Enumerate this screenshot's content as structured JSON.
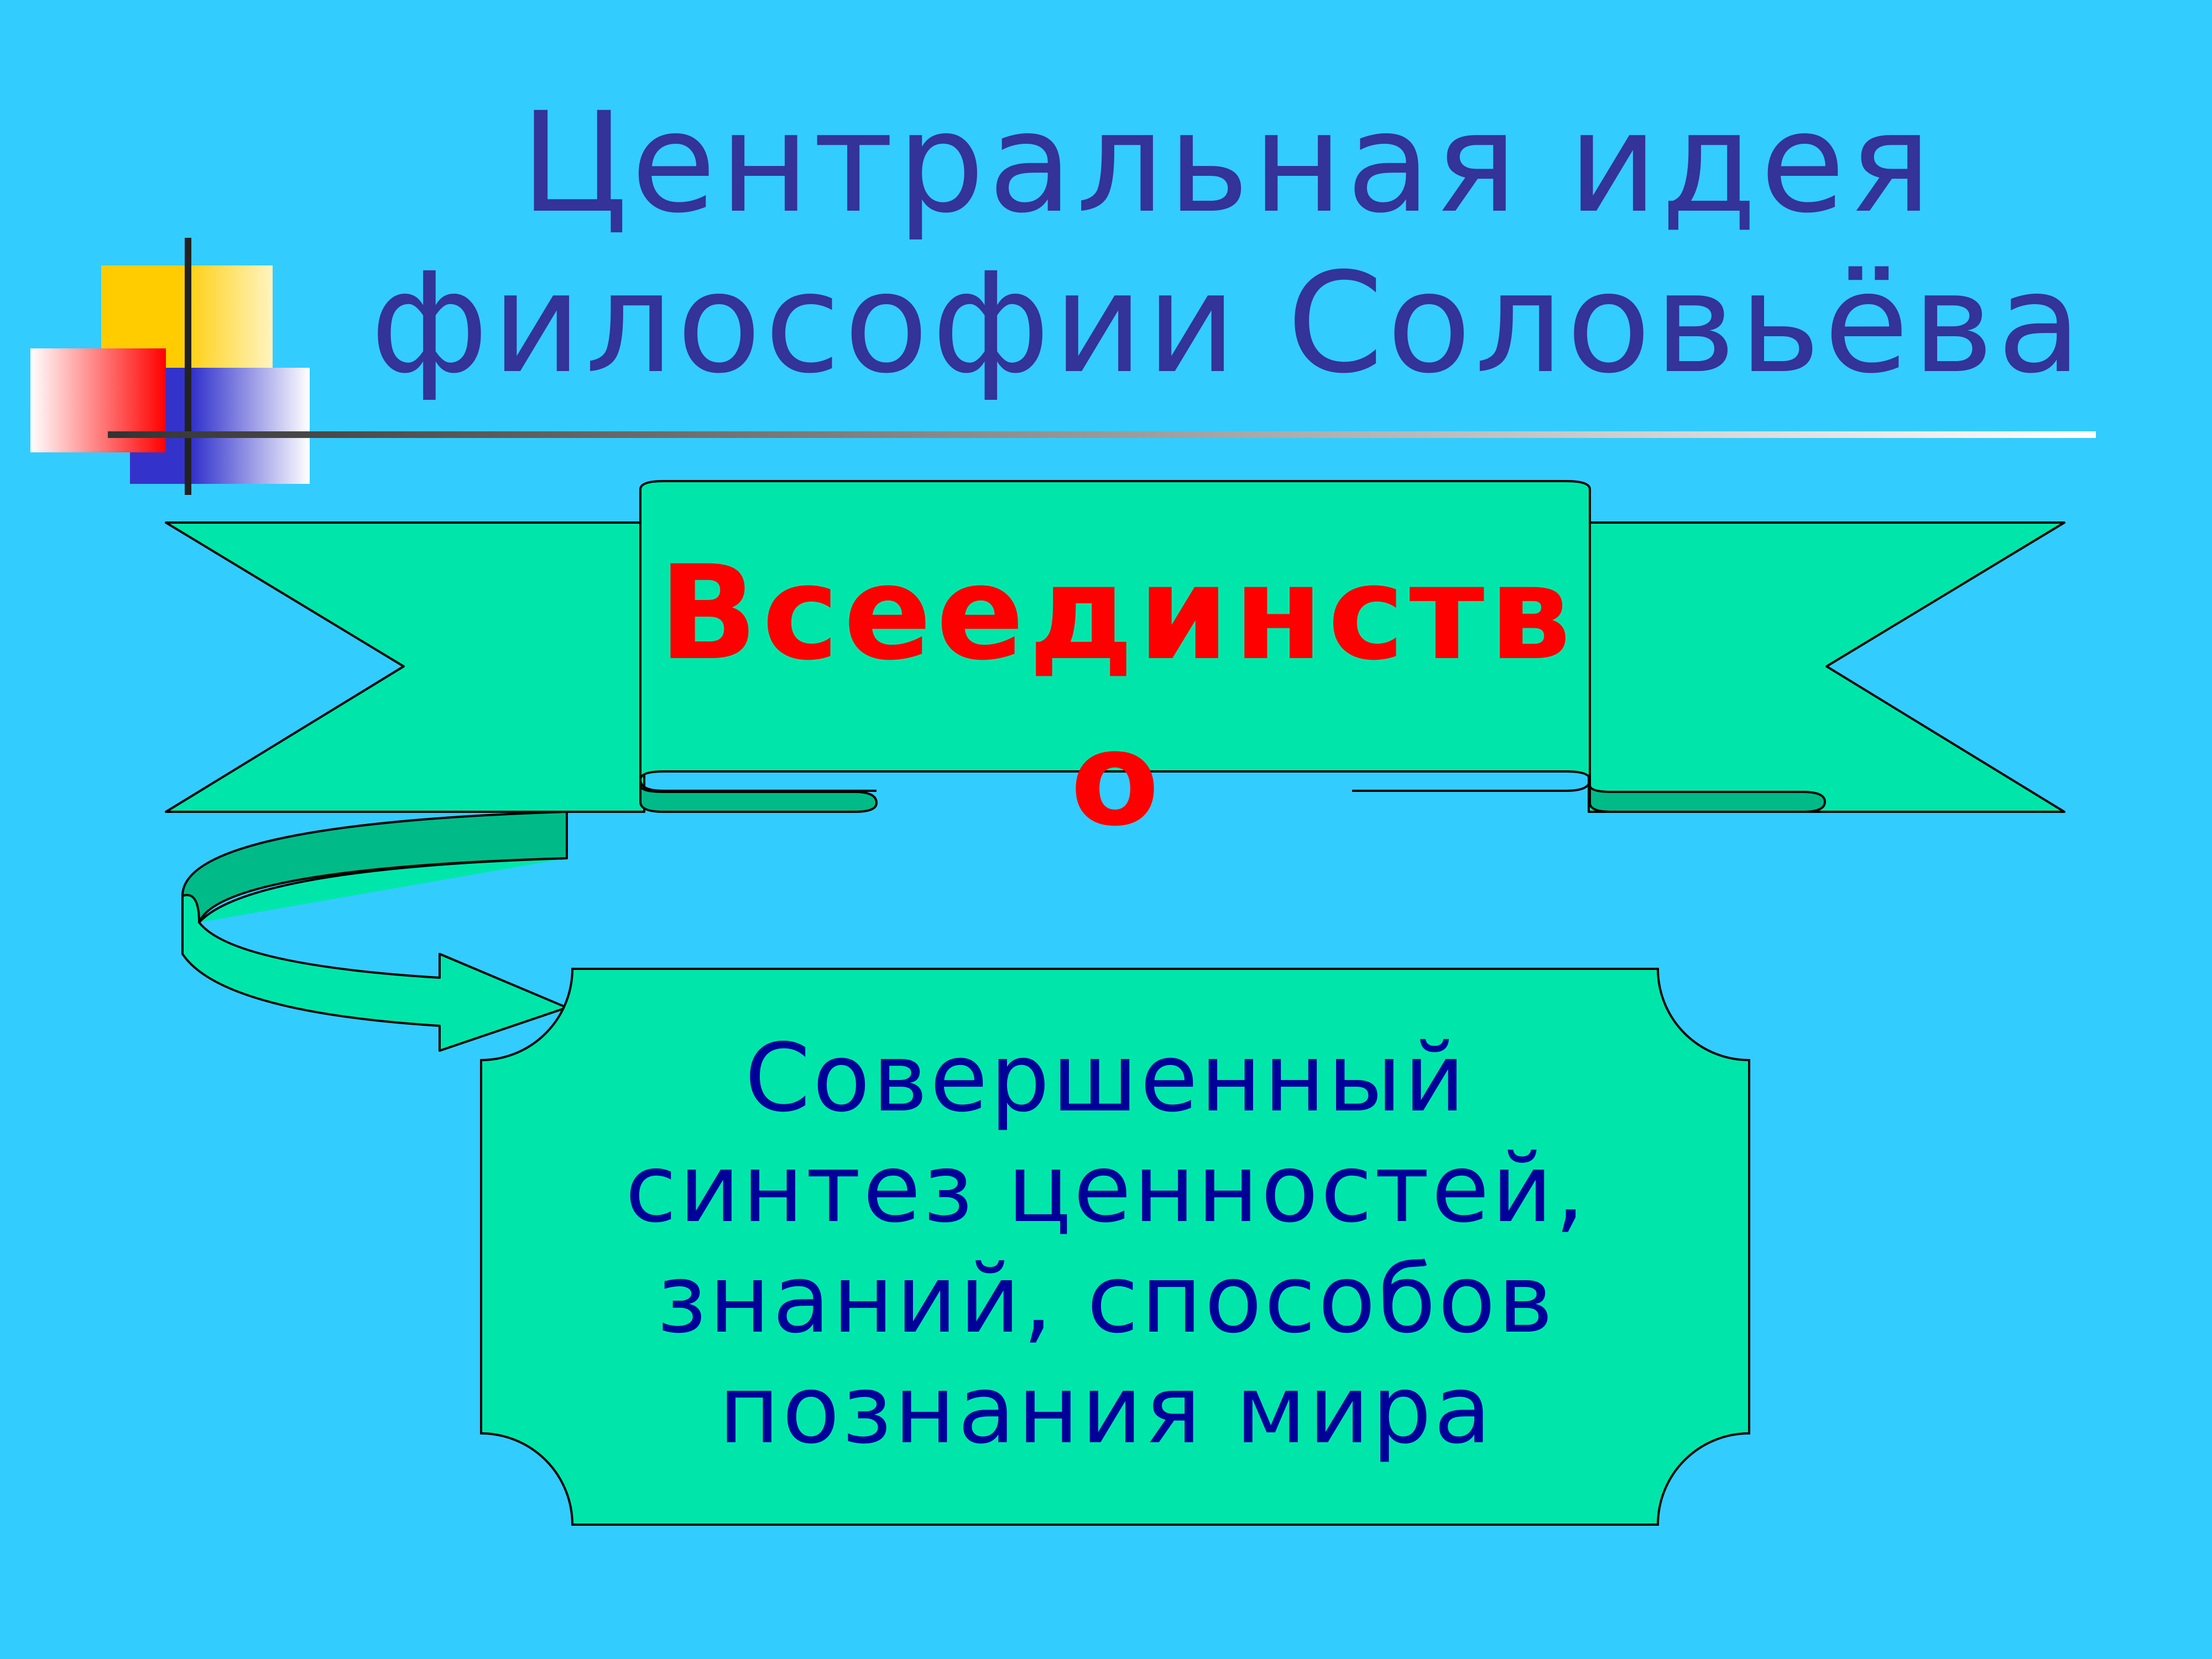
{
  "slide": {
    "title_lines": [
      "Центральная идея",
      "философии Соловьёва"
    ],
    "banner_text": "Всеединство",
    "box_lines": [
      "Совершенный",
      "синтез ценностей,",
      "знаний, способов",
      "познания мира"
    ]
  },
  "colors": {
    "background": "#33ccff",
    "title": "#333399",
    "banner_fill": "#00e6aa",
    "banner_shadow": "#00bb88",
    "banner_text": "#ff0000",
    "box_text": "#000099",
    "deco_yellow": "#ffcc00",
    "deco_red": "#ff0000",
    "deco_blue": "#3333cc"
  },
  "icons": [
    "decorative-squares",
    "curved-arrow",
    "ribbon-banner",
    "scroll-box"
  ]
}
